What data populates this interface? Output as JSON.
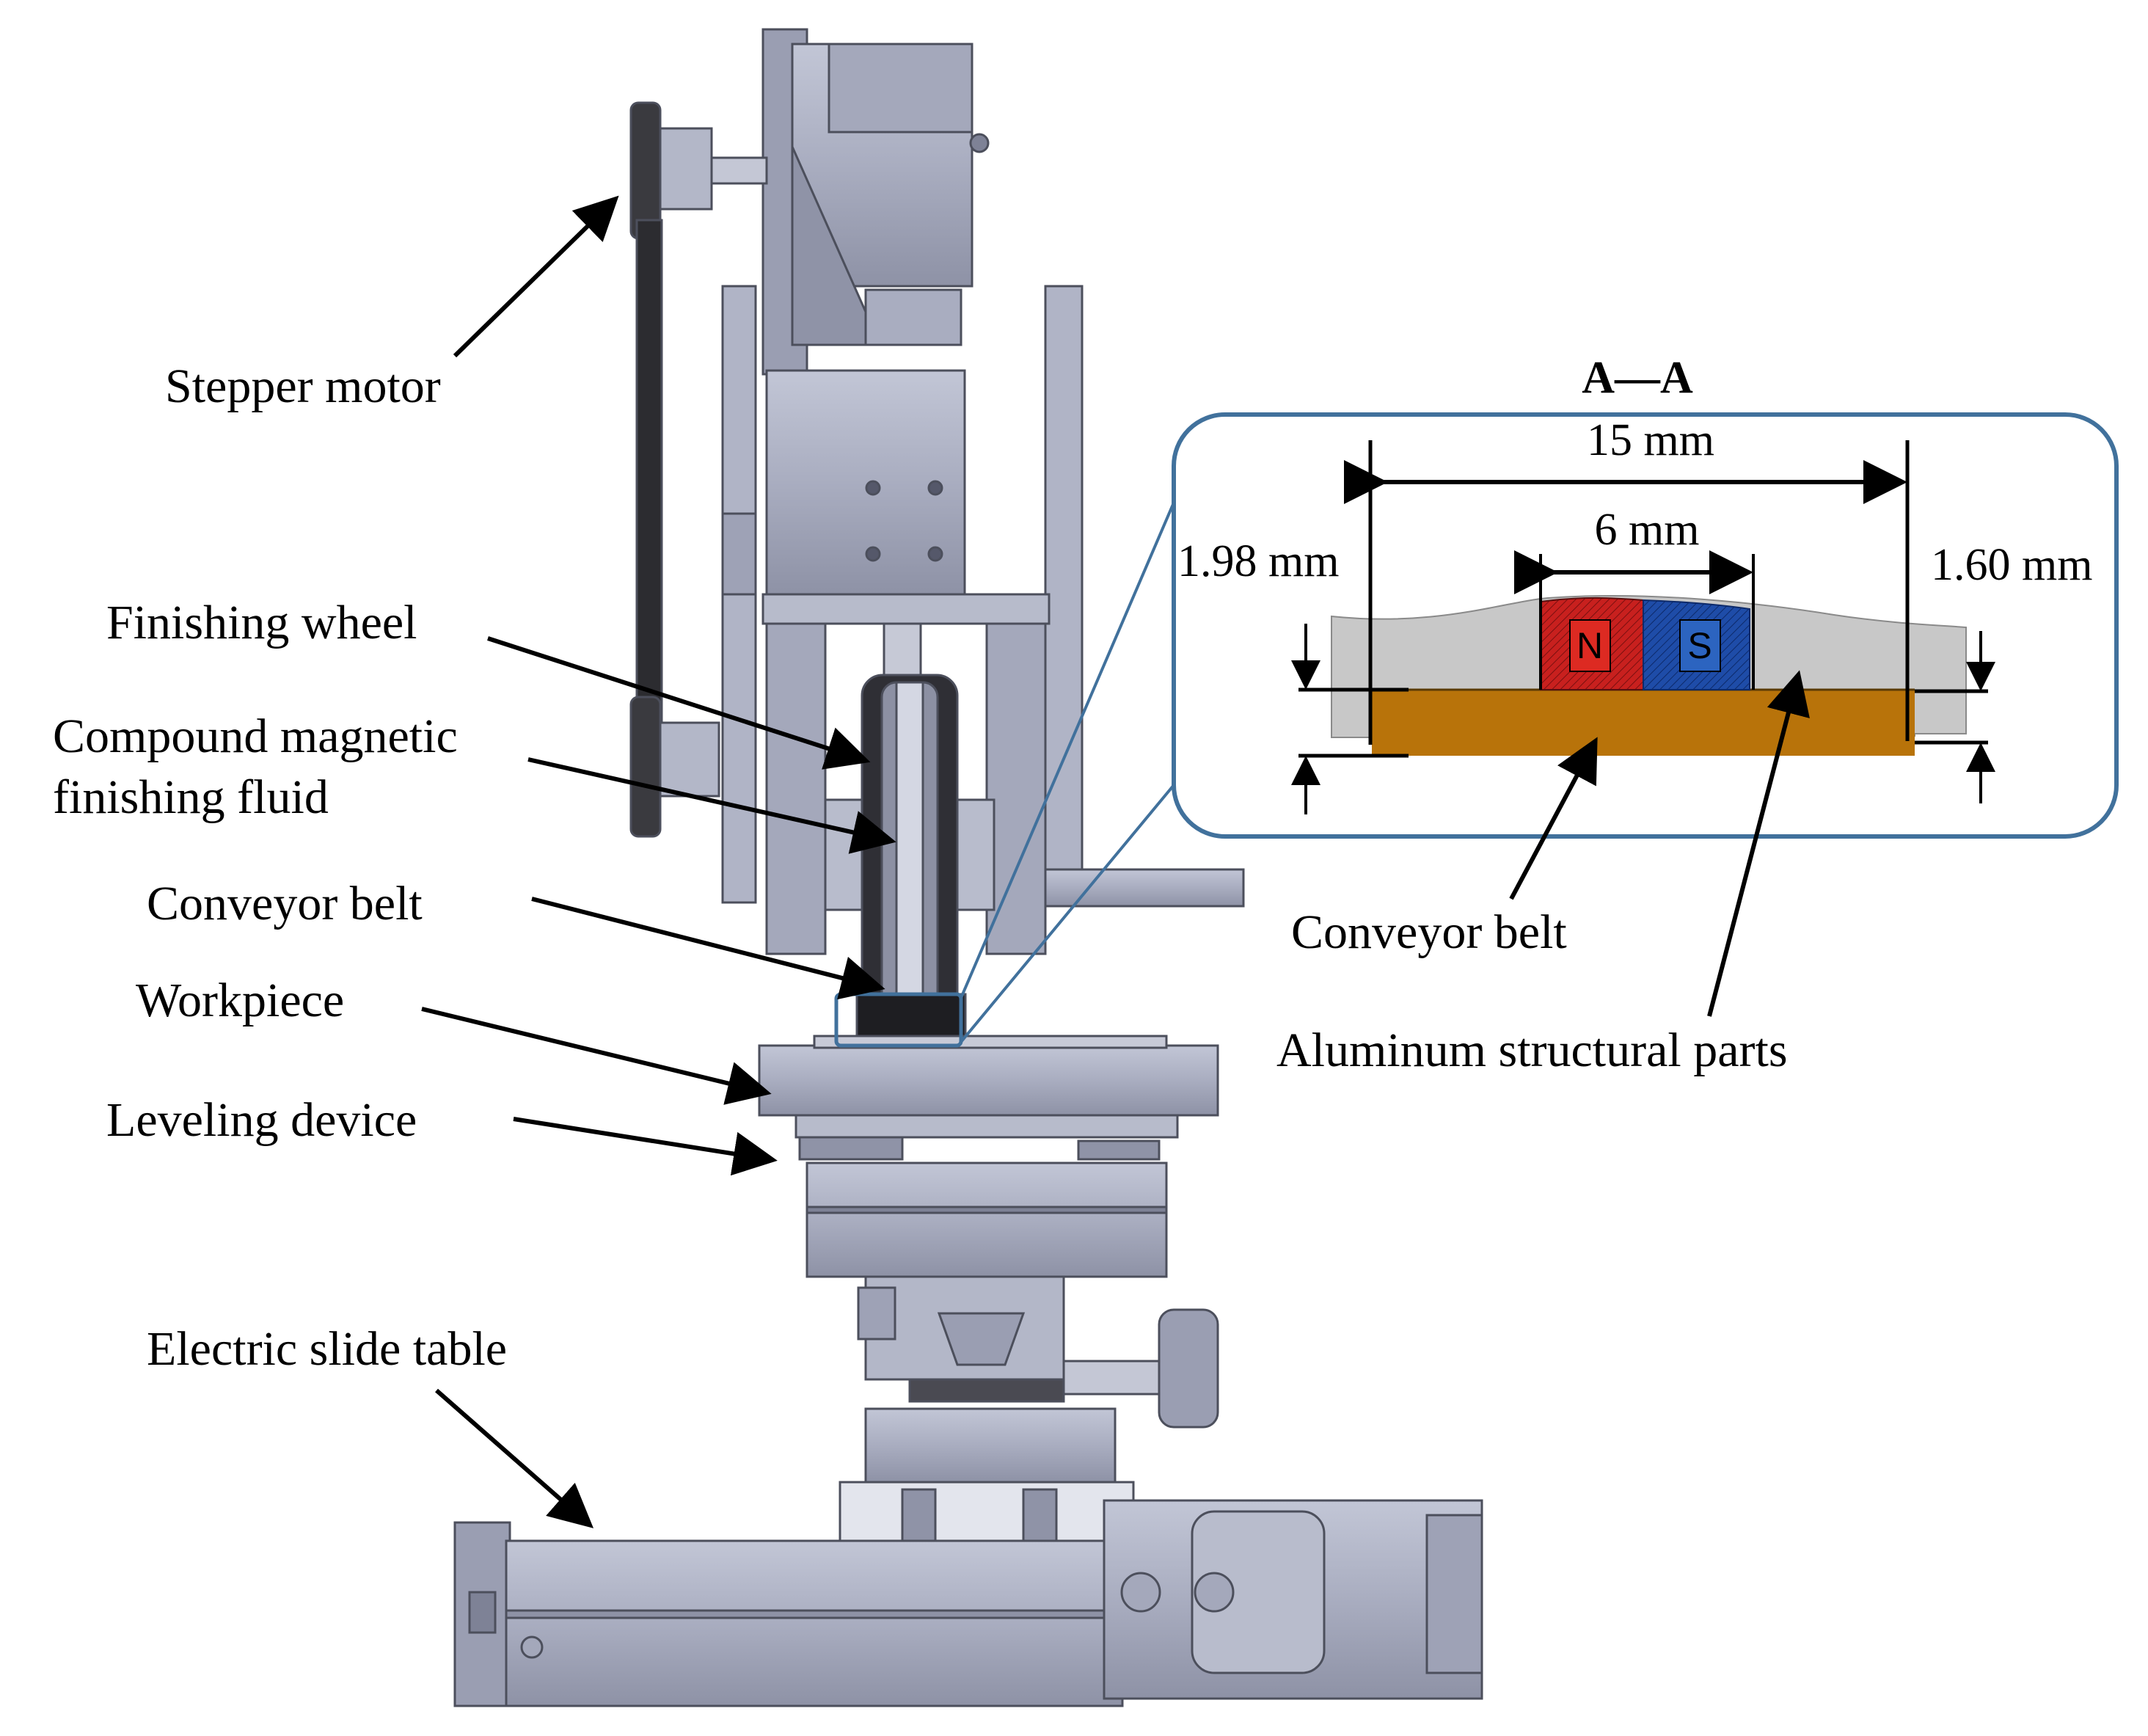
{
  "labels": {
    "stepper_motor": "Stepper motor",
    "finishing_wheel": "Finishing wheel",
    "compound_fluid_line1": "Compound magnetic",
    "compound_fluid_line2": "finishing fluid",
    "conveyor_belt": "Conveyor belt",
    "workpiece": "Workpiece",
    "leveling_device": "Leveling device",
    "electric_slide_table": "Electric slide table"
  },
  "section_view": {
    "title": "A—A",
    "width_total": "15 mm",
    "width_magnet": "6 mm",
    "height_left": "1.98 mm",
    "height_right": "1.60 mm",
    "pole_north": "N",
    "pole_south": "S",
    "label_conveyor_belt": "Conveyor belt",
    "label_aluminum_parts": "Aluminum structural parts"
  },
  "colors": {
    "machine_body": "#a9adc0",
    "machine_dark": "#8a8ea3",
    "machine_edge": "#4c4f5c",
    "callout_border": "#41719c",
    "conveyor_belt": "#b8730a",
    "aluminum_part": "#c8c8c8",
    "north_pole": "#c8201e",
    "south_pole": "#1e4ca8"
  }
}
